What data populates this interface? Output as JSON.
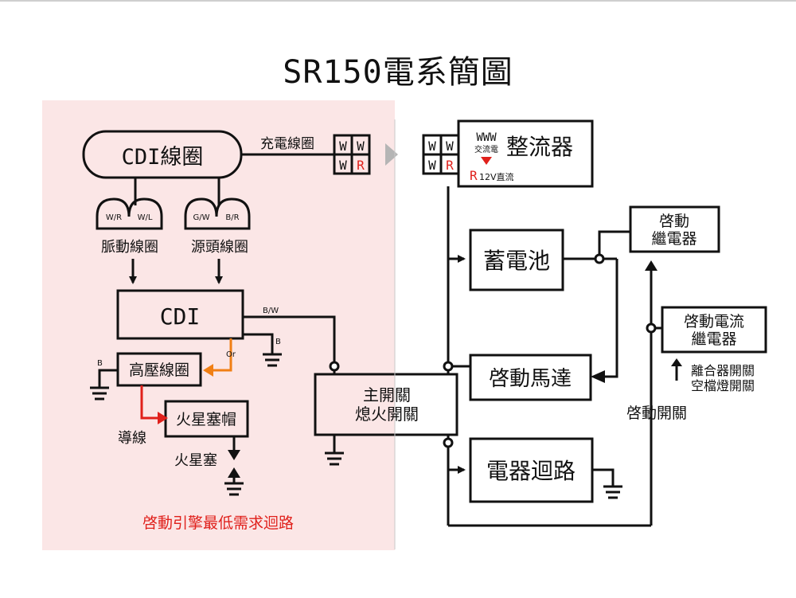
{
  "title": "SR150電系簡圖",
  "colors": {
    "black": "#111111",
    "red": "#e0201b",
    "orange": "#f07f14",
    "grey": "#b5b5b5",
    "pink": "#fbe6e6",
    "caption": "#e0201b"
  },
  "cdi_coil": {
    "label": "CDI線圈",
    "charge_label": "充電線圈"
  },
  "connector_left": {
    "cells": [
      "W",
      "W",
      "W",
      "R"
    ]
  },
  "connector_right": {
    "cells": [
      "W",
      "W",
      "W",
      "R"
    ]
  },
  "pulse_coil": {
    "label": "脈動線圈",
    "pins": [
      "W/R",
      "W/L"
    ]
  },
  "source_coil": {
    "label": "源頭線圈",
    "pins": [
      "G/W",
      "B/R"
    ]
  },
  "cdi": {
    "label": "CDI",
    "wire_bw": "B/W",
    "wire_b": "B",
    "wire_or": "Or"
  },
  "ignition_coil": {
    "label": "高壓線圈",
    "ground_b": "B"
  },
  "lead_wire": {
    "label": "導線"
  },
  "plug_cap": {
    "label": "火星塞帽"
  },
  "spark_plug": {
    "label": "火星塞"
  },
  "caption_min_circuit": "啓動引擎最低需求迴路",
  "rectifier": {
    "label": "整流器",
    "www": "WWW",
    "ac_label": "交流電",
    "r": "R",
    "dc_label": "12V直流"
  },
  "battery": {
    "label": "蓄電池"
  },
  "start_relay": {
    "line1": "啓動",
    "line2": "繼電器"
  },
  "current_relay": {
    "line1": "啓動電流",
    "line2": "繼電器"
  },
  "clutch_note": {
    "line1": "離合器開關",
    "line2": "空檔燈開關"
  },
  "main_switch": {
    "line1": "主開關",
    "line2": "熄火開關"
  },
  "starter_motor": {
    "label": "啓動馬達"
  },
  "start_switch": {
    "label": "啓動開關"
  },
  "accessory_circuit": {
    "label": "電器迴路"
  }
}
